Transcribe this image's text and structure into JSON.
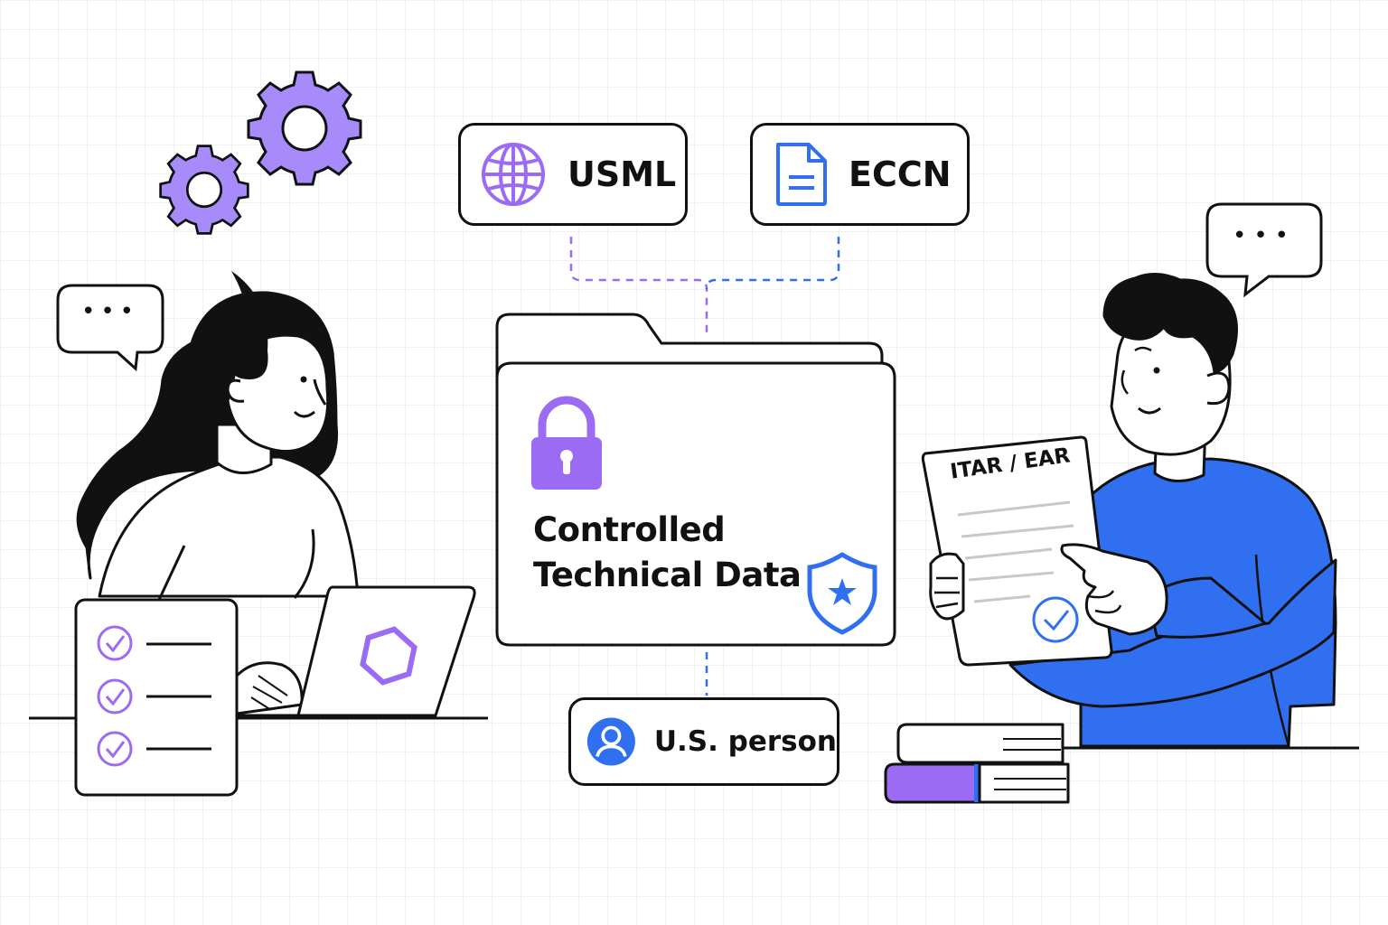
{
  "cards": {
    "usml": {
      "label": "USML",
      "icon": "globe-icon"
    },
    "eccn": {
      "label": "ECCN",
      "icon": "document-icon"
    },
    "us_person": {
      "label": "U.S. person",
      "icon": "user-icon"
    }
  },
  "folder": {
    "title_line1": "Controlled",
    "title_line2": "Technical Data",
    "icons": [
      "lock-icon",
      "shield-star-icon"
    ]
  },
  "document": {
    "title": "ITAR / EAR",
    "icon": "checkmark-circle-icon"
  },
  "speech_bubbles": [
    "•••",
    "•••"
  ],
  "checklist": {
    "items": 3
  },
  "colors": {
    "purple": "#9b6cf3",
    "blue": "#2f6ff0",
    "outline": "#111111",
    "grid": "#f1f1f4"
  }
}
